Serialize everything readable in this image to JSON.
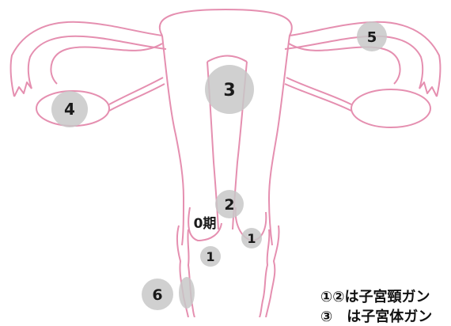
{
  "diagram": {
    "colors": {
      "outline": "#e58fb0",
      "marker": "#c8c8c8",
      "label": "#1a1a1a"
    },
    "markers": {
      "m1": "1",
      "m1b": "1",
      "m2": "2",
      "m3": "3",
      "m4": "4",
      "m5": "5",
      "m6": "6"
    },
    "stage0_label": "0期"
  },
  "notes": {
    "line1": "①②は子宮頸ガン",
    "line2": "③　は子宮体ガン"
  }
}
